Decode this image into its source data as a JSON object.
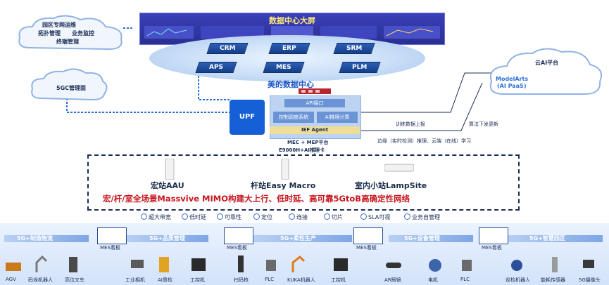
{
  "screen_title": "数据中心大屏",
  "clouds": {
    "park_ops": {
      "title": "园区专网运维",
      "items": [
        "拓扑管理",
        "业务监控",
        "终端管理"
      ]
    },
    "mgmt_5gc": {
      "title": "5GC管理面"
    },
    "ai_cloud": {
      "title": "云AI平台",
      "label_line1": "ModelArts",
      "label_line2": "(AI PaaS)"
    }
  },
  "systems_row1": [
    "CRM",
    "ERP",
    "SRM"
  ],
  "systems_row2": [
    "APS",
    "MES",
    "PLM"
  ],
  "datacenter_title": "美的数据中心",
  "upf_label": "UPF",
  "mec": {
    "api_label": "API接口",
    "box_left": "控制调度系统",
    "box_right": "AI推理计算",
    "ief_label": "IEF Agent",
    "platform_line1": "MEC + MEP平台",
    "platform_line2": "E9000H+AI推理卡"
  },
  "flow_notes": {
    "upload": "训练数据上报",
    "download": "算法下发更新",
    "edge_cloud": "边缘（实时检测）推理、云端（在线）学习"
  },
  "stations": [
    "宏站AAU",
    "杆站Easy Macro",
    "室内小站LampSite"
  ],
  "headline": "宏/杆/室全场景Massvive MIMO构建大上行、低时延、高可靠5GtoB高确定性网络",
  "features": [
    "超大带宽",
    "低时延",
    "可靠性",
    "定位",
    "连接",
    "切片",
    "SLA可视",
    "业务自管理"
  ],
  "bands": [
    "5G+制造物流",
    "5G+品质管理",
    "5G+柔性生产",
    "5G+设备管理",
    "5G+智慧园区"
  ],
  "mes_label": "MES看板",
  "devices": [
    "AGV",
    "码垛机器人",
    "高位叉车",
    "工业相机",
    "AI质检",
    "工控机",
    "扫码枪",
    "PLC",
    "KUKA机器人",
    "工控机",
    "AR眼镜",
    "电机",
    "PLC",
    "巡检机器人",
    "能耗传感器",
    "5G摄像头"
  ],
  "colors": {
    "headline_red": "#c8161e",
    "accent_blue": "#1560d6",
    "screen_blue": "#2a2f93"
  }
}
